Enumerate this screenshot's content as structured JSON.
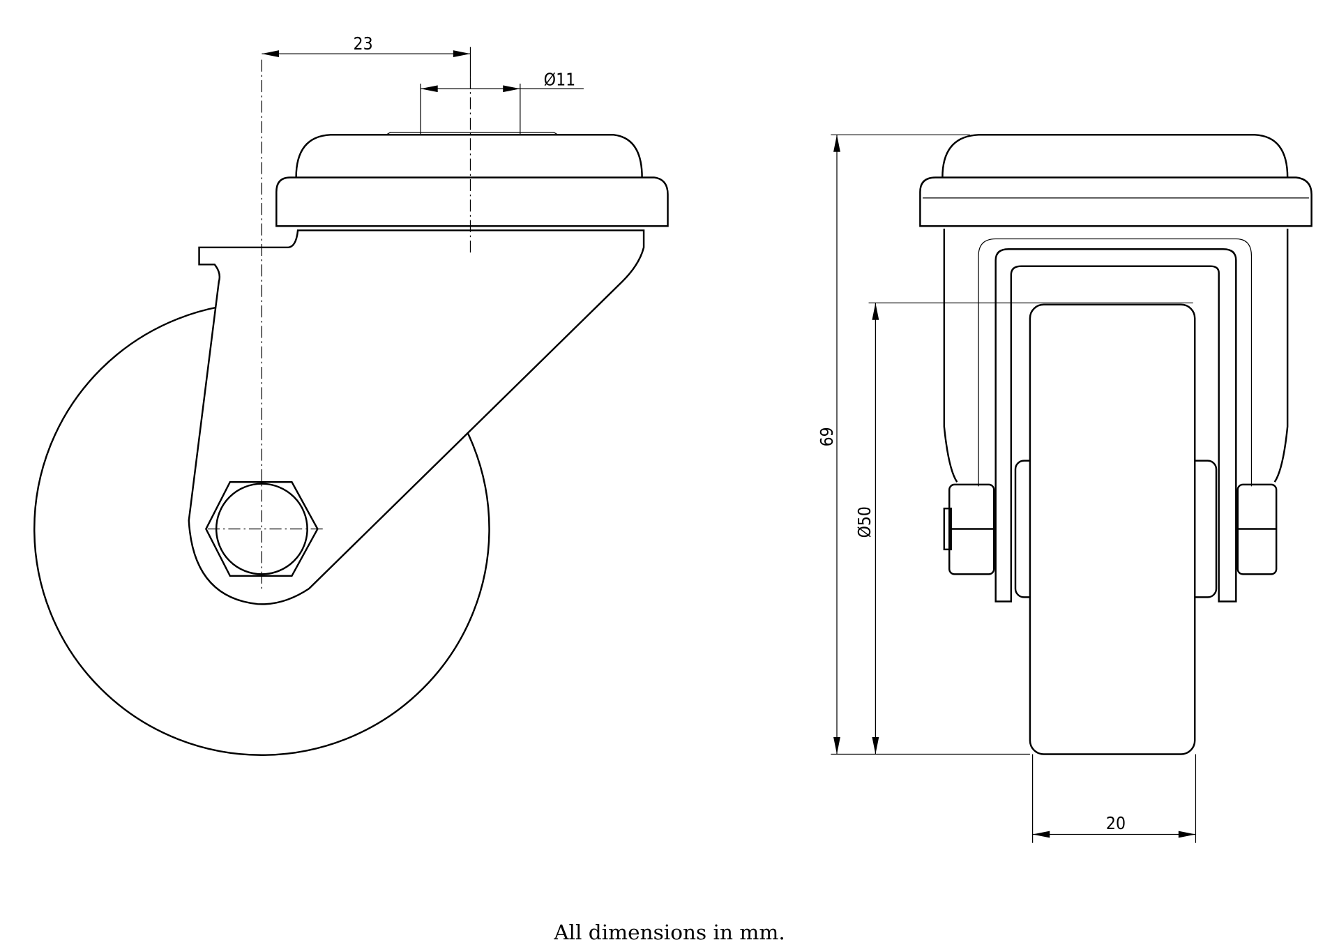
{
  "dimensions": {
    "offset": "23",
    "bolt_hole": "Ø11",
    "height": "69",
    "wheel_diameter": "Ø50",
    "wheel_width": "20"
  },
  "note": "All dimensions in mm."
}
